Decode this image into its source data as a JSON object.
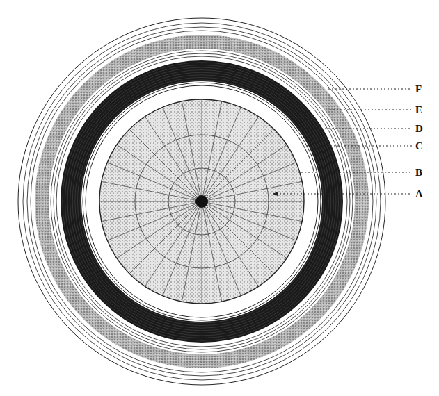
{
  "diagram": {
    "labels": [
      "F",
      "E",
      "D",
      "C",
      "B",
      "A"
    ]
  }
}
